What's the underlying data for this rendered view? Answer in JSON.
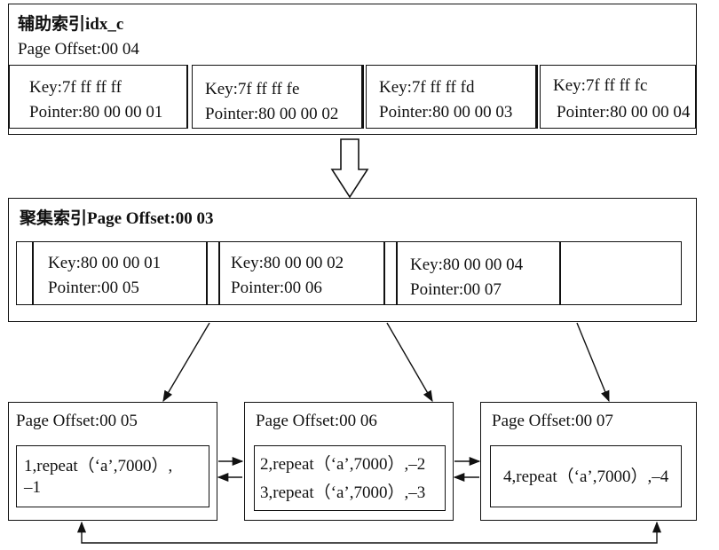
{
  "secondary_index": {
    "title": "辅助索引idx_c",
    "page_offset": "Page Offset:00 04",
    "entries": [
      {
        "key": "Key:7f ff ff ff",
        "pointer": "Pointer:80 00 00 01"
      },
      {
        "key": "Key:7f ff ff fe",
        "pointer": "Pointer:80 00 00 02"
      },
      {
        "key": "Key:7f ff ff fd",
        "pointer": "Pointer:80 00 00 03"
      },
      {
        "key": "Key:7f ff ff fc",
        "pointer": "Pointer:80 00 00 04"
      }
    ]
  },
  "clustered_index": {
    "title": "聚集索引Page Offset:00 03",
    "entries": [
      {
        "key": "Key:80 00 00 01",
        "pointer": "Pointer:00 05"
      },
      {
        "key": "Key:80 00 00 02",
        "pointer": "Pointer:00 06"
      },
      {
        "key": "Key:80 00 00 04",
        "pointer": "Pointer:00 07"
      }
    ]
  },
  "leaf_pages": [
    {
      "title": "Page Offset:00 05",
      "rows": [
        "1,repeat（‘a’,7000）,",
        "–1"
      ]
    },
    {
      "title": "Page Offset:00 06",
      "rows": [
        "2,repeat（‘a’,7000）,–2",
        "3,repeat（‘a’,7000）,–3"
      ]
    },
    {
      "title": "Page Offset:00 07",
      "rows": [
        "4,repeat（‘a’,7000）,–4"
      ]
    }
  ],
  "colors": {
    "line": "#111111",
    "background": "#ffffff"
  }
}
